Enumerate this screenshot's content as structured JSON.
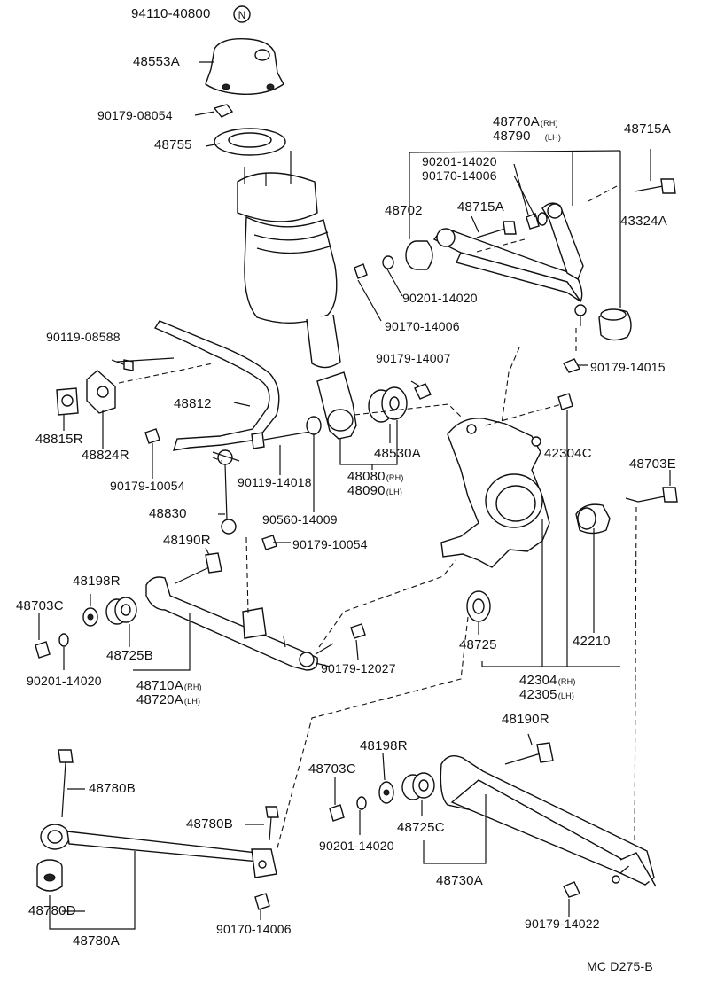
{
  "labels": {
    "p94110": "94110-40800",
    "p48553A": "48553A",
    "p90179_08054": "90179-08054",
    "p48755": "48755",
    "p48770A": "48770A",
    "p48770A_sfx": "(RH)",
    "p48790": "48790",
    "p48790_sfx": "(LH)",
    "p48715A_top": "48715A",
    "p90201_14020_a": "90201-14020",
    "p90170_14006_a": "90170-14006",
    "p48702": "48702",
    "p48715A_mid": "48715A",
    "p43324A": "43324A",
    "p90201_14020_b": "90201-14020",
    "p90170_14006_b": "90170-14006",
    "p90119_08588": "90119-08588",
    "p90179_14007": "90179-14007",
    "p90179_14015": "90179-14015",
    "p48812": "48812",
    "p48815R": "48815R",
    "p48824R": "48824R",
    "p48530A": "48530A",
    "p42304C": "42304C",
    "p48703E": "48703E",
    "p90119_14018": "90119-14018",
    "p48080": "48080",
    "p48080_sfx": "(RH)",
    "p48090": "48090",
    "p48090_sfx": "(LH)",
    "p90179_10054_a": "90179-10054",
    "p90560_14009": "90560-14009",
    "p48830": "48830",
    "p90179_10054_b": "90179-10054",
    "p48190R_top": "48190R",
    "p48198R_top": "48198R",
    "p48703C_left": "48703C",
    "p48725B": "48725B",
    "p90201_14020_c": "90201-14020",
    "p48710A": "48710A",
    "p48710A_sfx": "(RH)",
    "p48720A": "48720A",
    "p48720A_sfx": "(LH)",
    "p90179_12027": "90179-12027",
    "p48725": "48725",
    "p42210": "42210",
    "p42304": "42304",
    "p42304_sfx": "(RH)",
    "p42305": "42305",
    "p42305_sfx": "(LH)",
    "p48190R_bot": "48190R",
    "p48198R_bot": "48198R",
    "p48703C_bot": "48703C",
    "p48780B_left": "48780B",
    "p48780B_mid": "48780B",
    "p48725C": "48725C",
    "p90201_14020_d": "90201-14020",
    "p48730A": "48730A",
    "p48780D": "48780D",
    "p48780A": "48780A",
    "p90170_14006_c": "90170-14006",
    "p90179_14022": "90179-14022",
    "p_code": "MC D275-B",
    "n_symbol": "N"
  }
}
